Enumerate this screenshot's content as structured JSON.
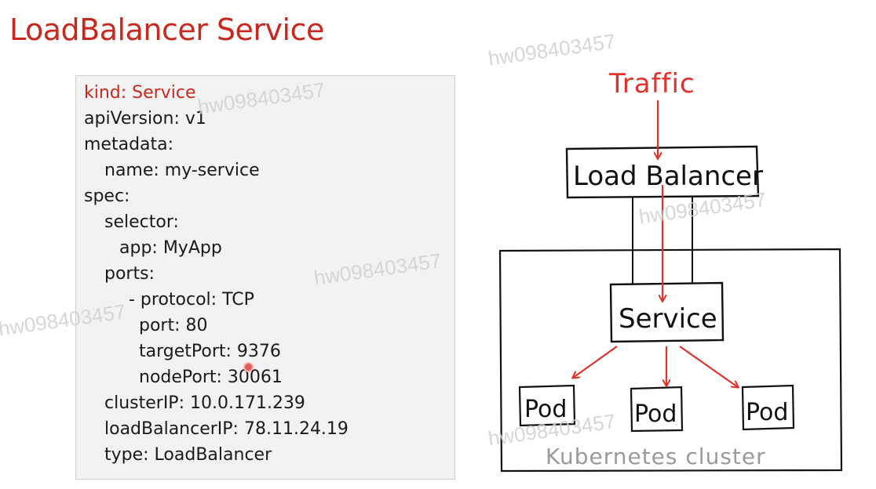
{
  "title": "LoadBalancer Service",
  "code": {
    "lines": [
      {
        "text": "kind: Service",
        "indent": 0,
        "highlight": true
      },
      {
        "text": "apiVersion: v1",
        "indent": 0
      },
      {
        "text": "metadata:",
        "indent": 0
      },
      {
        "text": "name: my-service",
        "indent": 1
      },
      {
        "text": "spec:",
        "indent": 0
      },
      {
        "text": "selector:",
        "indent": 1
      },
      {
        "text": "app: MyApp",
        "indent": 2
      },
      {
        "text": "ports:",
        "indent": 1
      },
      {
        "text": "- protocol: TCP",
        "indent": 3
      },
      {
        "text": "port: 80",
        "indent": 4
      },
      {
        "text": "targetPort: 9376",
        "indent": 4
      },
      {
        "text": "nodePort: 30061",
        "indent": 4
      },
      {
        "text": "clusterIP: 10.0.171.239",
        "indent": 1
      },
      {
        "text": "loadBalancerIP: 78.11.24.19",
        "indent": 1
      },
      {
        "text": "type: LoadBalancer",
        "indent": 1
      }
    ]
  },
  "diagram": {
    "traffic_label": "Traffic",
    "load_balancer_label": "Load Balancer",
    "service_label": "Service",
    "pods": [
      "Pod",
      "Pod",
      "Pod"
    ],
    "cluster_label": "Kubernetes cluster"
  },
  "watermark_text": "hw098403457",
  "colors": {
    "accent_red": "#c8281e",
    "arrow_red": "#e0322a",
    "ink": "#111111",
    "code_bg": "#f2f2f2"
  }
}
